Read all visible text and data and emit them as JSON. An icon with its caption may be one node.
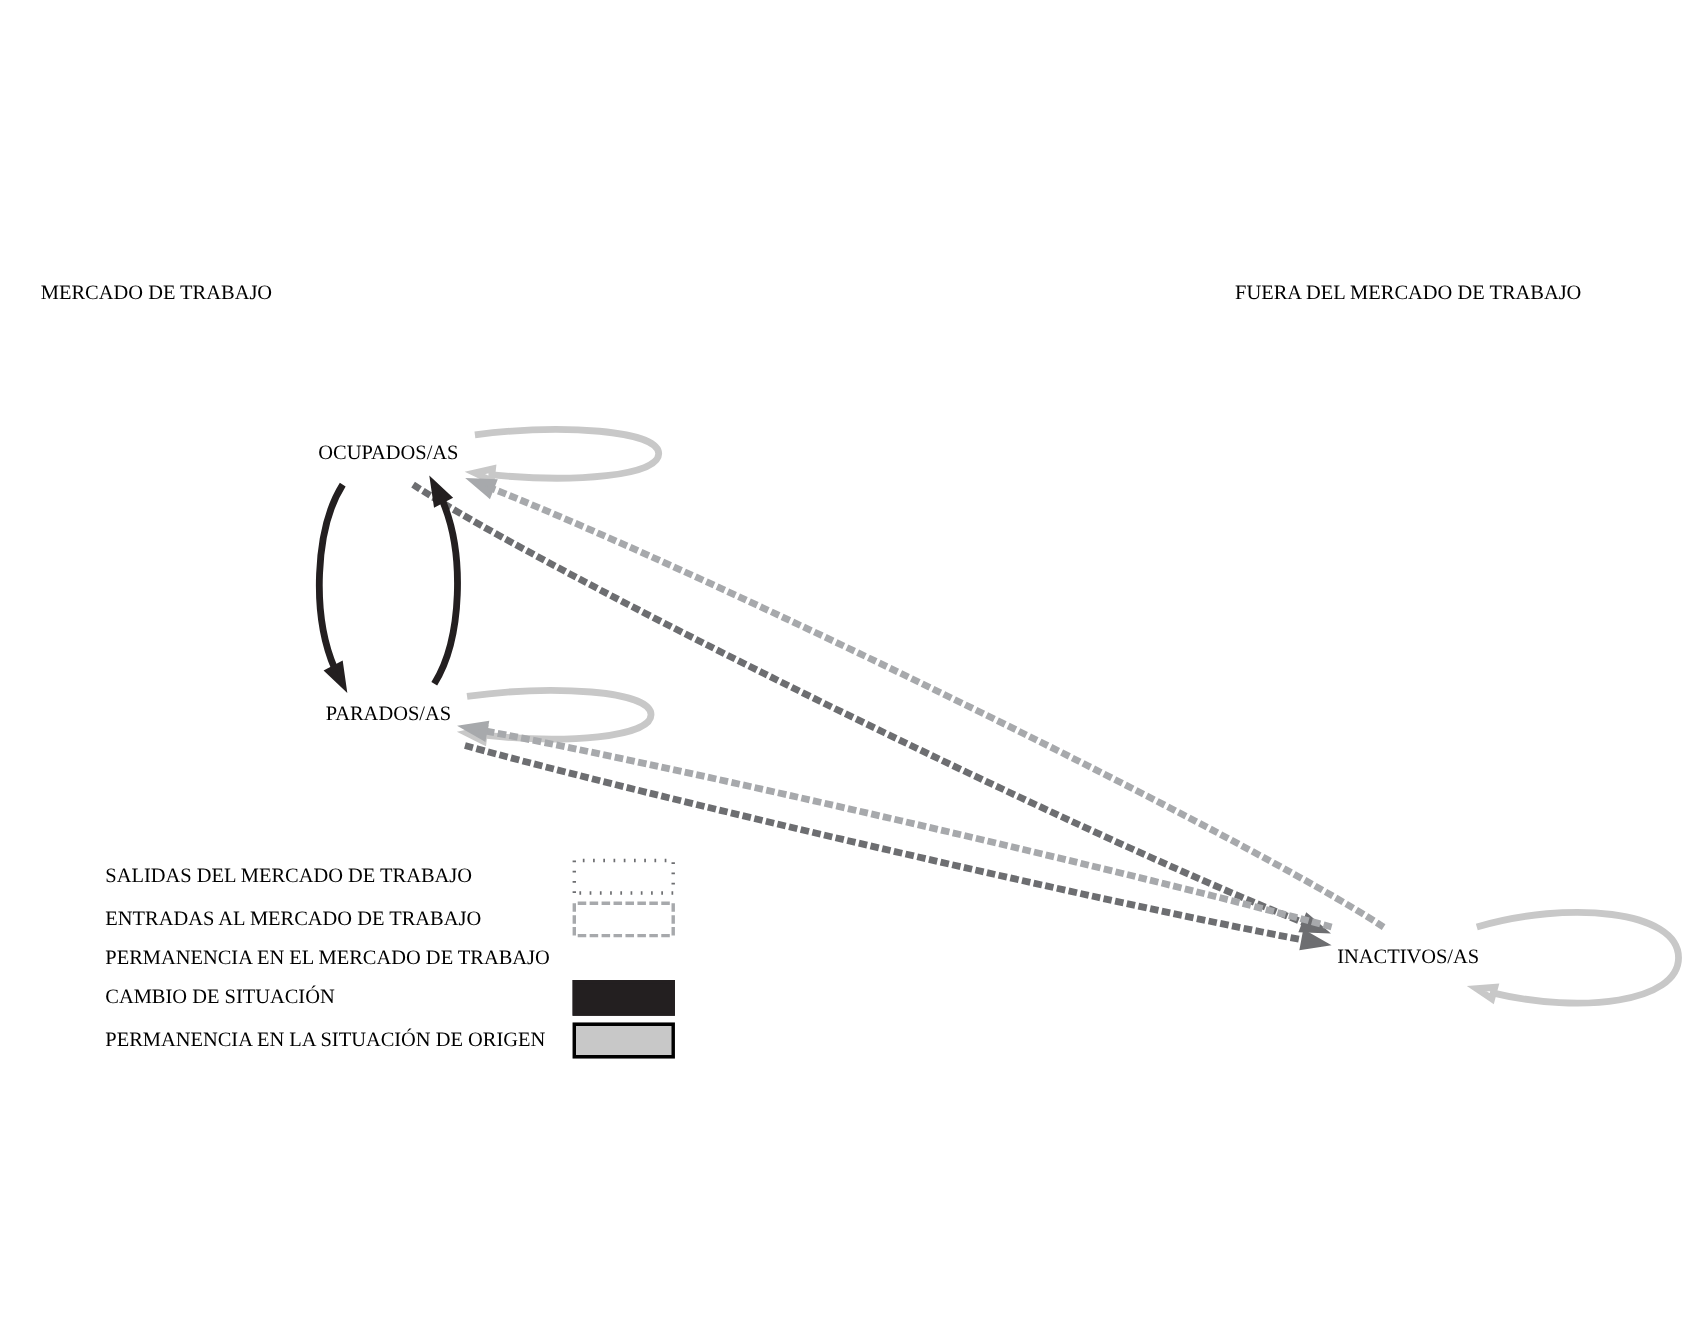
{
  "diagram": {
    "nodes": [
      {
        "text": [
          "OCUPADOS/AS"
        ]
      },
      {
        "text": [
          "PARADOS/AS"
        ]
      },
      {
        "text": [
          "INACTIVOS/AS"
        ]
      }
    ],
    "edges": [
      {
        "from": 0,
        "to": 0,
        "arrow": "to",
        "color": "#c8c8c8"
      },
      {
        "from": 0,
        "to": 1,
        "arrow": "to",
        "color": "#231f20"
      },
      {
        "from": 1,
        "to": 0,
        "arrow": "to",
        "color": "#231f20"
      },
      {
        "from": 0,
        "to": 2,
        "arrow": "to",
        "style": "dashed",
        "color": "#6d6e71"
      },
      {
        "from": 2,
        "to": 0,
        "arrow": "to",
        "style": "dashed",
        "color": "#a7a9ac"
      },
      {
        "from": 2,
        "to": 2,
        "arrow": "to",
        "color": "#c8c8c8"
      },
      {
        "from": 2,
        "to": 1,
        "arrow": "to",
        "style": "dashed",
        "color": "#a7a9ac"
      },
      {
        "from": 1,
        "to": 2,
        "arrow": "to",
        "style": "dashed",
        "color": "#6d6e71"
      },
      {
        "from": 1,
        "to": 1,
        "arrow": "to",
        "color": "#c8c8c8"
      }
    ],
    "labels": [
      "MERCADO DE TRABAJO",
      "FUERA DEL MERCADO DE TRABAJO"
    ],
    "legend": [
      {
        "text": "SALIDAS DEL MERCADO DE TRABAJO"
      },
      {
        "text": "ENTRADAS AL MERCADO DE TRABAJO"
      },
      {
        "text": "PERMANENCIA EN EL MERCADO DE TRABAJO"
      },
      {
        "text": "CAMBIO DE SITUACIÓN"
      },
      {
        "text": "PERMANENCIA EN LA SITUACIÓN DE ORIGEN"
      }
    ]
  }
}
